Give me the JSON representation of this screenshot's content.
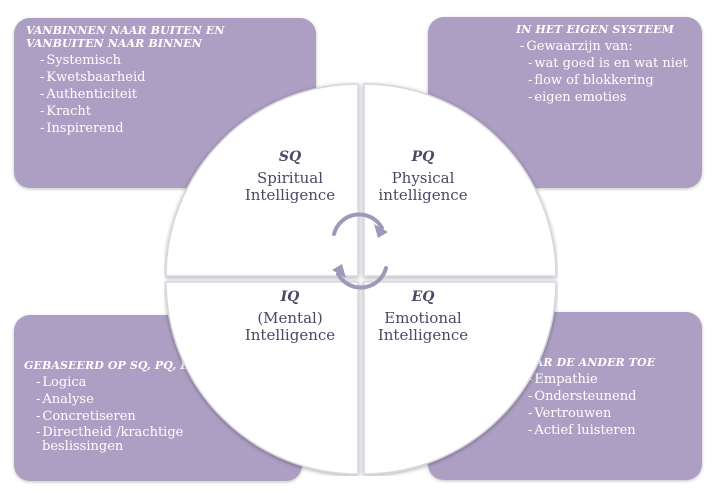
{
  "boxes": {
    "top_left": {
      "title_line1": "VANBINNEN NAAR BUITEN EN",
      "title_line2": "VANBUITEN NAAR BINNEN",
      "items": [
        "Systemisch",
        "Kwetsbaarheid",
        "Authenticiteit",
        "Kracht",
        "Inspirerend"
      ]
    },
    "top_right": {
      "title": "IN HET EIGEN SYSTEEM",
      "intro": "Gewaarzijn van:",
      "items": [
        "wat goed is en wat niet",
        "flow of blokkering",
        "eigen emoties"
      ]
    },
    "bottom_left": {
      "title": "GEBASEERD OP SQ, PQ, EQ",
      "items": [
        "Logica",
        "Analyse",
        "Concretiseren"
      ],
      "multi_line1": "Directheid /krachtige",
      "multi_line2": "beslissingen"
    },
    "bottom_right": {
      "title": "NAAR DE ANDER TOE",
      "items": [
        "Empathie",
        "Ondersteunend",
        "Vertrouwen",
        "Actief luisteren"
      ]
    }
  },
  "quadrants": {
    "sq": {
      "abbr": "SQ",
      "line1": "Spiritual",
      "line2": "Intelligence"
    },
    "pq": {
      "abbr": "PQ",
      "line1": "Physical",
      "line2": "intelligence"
    },
    "iq": {
      "abbr": "IQ",
      "line1": "(Mental)",
      "line2": "Intelligence"
    },
    "eq": {
      "abbr": "EQ",
      "line1": "Emotional",
      "line2": "Intelligence"
    }
  },
  "colors": {
    "box_fill": "#ad9fc3",
    "circle_fill": "#ffffff",
    "circle_edge": "#d7d5e0",
    "text_dark": "#4a4966",
    "arrow": "#9d99b8"
  },
  "icons": {
    "cycle": "circular-arrows-icon"
  }
}
